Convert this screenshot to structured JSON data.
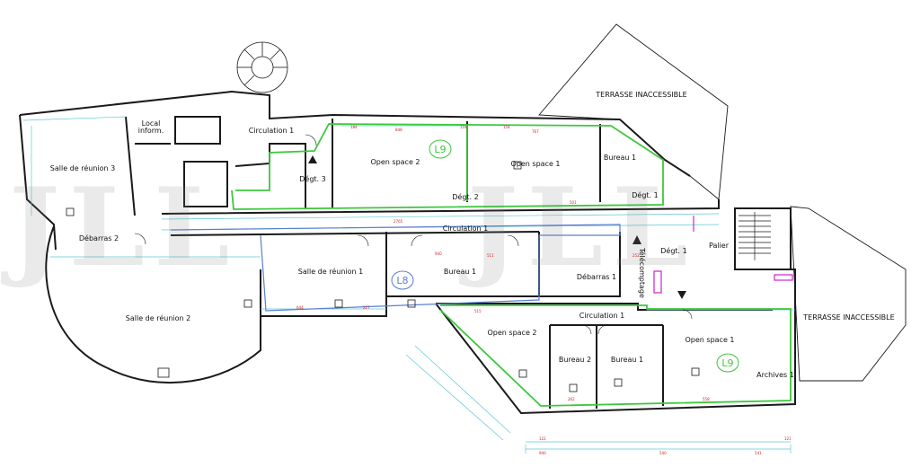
{
  "colors": {
    "wall": "#1a1a1a",
    "guide": "#5fc8d0",
    "lot_outline": "#3cc83c",
    "lot_l8": "#5a7fd0",
    "dimension": "#d02020",
    "accent": "#d020d0",
    "watermark": "#808080"
  },
  "watermark": {
    "text": "JLL"
  },
  "lots": [
    {
      "id": "lot-l9-top",
      "label": "L9",
      "color": "#3cc83c"
    },
    {
      "id": "lot-l8",
      "label": "L8",
      "color": "#5a7fd0"
    },
    {
      "id": "lot-l9-bottom",
      "label": "L9",
      "color": "#3cc83c"
    }
  ],
  "terraces": [
    {
      "id": "terrace-top",
      "label": "TERRASSE INACCESSIBLE"
    },
    {
      "id": "terrace-right",
      "label": "TERRASSE INACCESSIBLE"
    }
  ],
  "rooms": [
    {
      "id": "salle-reunion-3",
      "label": "Salle de réunion 3"
    },
    {
      "id": "local-inform-1",
      "label": "Local"
    },
    {
      "id": "local-inform-2",
      "label": "inform."
    },
    {
      "id": "circulation-1-top",
      "label": "Circulation 1"
    },
    {
      "id": "degt-3",
      "label": "Dégt. 3"
    },
    {
      "id": "open-space-2-top",
      "label": "Open space 2"
    },
    {
      "id": "open-space-1-top",
      "label": "Open space 1"
    },
    {
      "id": "bureau-1-top",
      "label": "Bureau 1"
    },
    {
      "id": "degt-2",
      "label": "Dégt. 2"
    },
    {
      "id": "degt-1-top",
      "label": "Dégt. 1"
    },
    {
      "id": "debarras-2",
      "label": "Débarras 2"
    },
    {
      "id": "circulation-1-mid",
      "label": "Circulation 1"
    },
    {
      "id": "degt-1-mid",
      "label": "Dégt. 1"
    },
    {
      "id": "palier",
      "label": "Palier"
    },
    {
      "id": "salle-reunion-1",
      "label": "Salle de réunion 1"
    },
    {
      "id": "bureau-1-mid",
      "label": "Bureau 1"
    },
    {
      "id": "debarras-1",
      "label": "Débarras 1"
    },
    {
      "id": "telecomptage",
      "label": "Télécomptage"
    },
    {
      "id": "salle-reunion-2",
      "label": "Salle de réunion 2"
    },
    {
      "id": "circulation-1-bot",
      "label": "Circulation 1"
    },
    {
      "id": "open-space-2-bot",
      "label": "Open space 2"
    },
    {
      "id": "bureau-2-bot",
      "label": "Bureau 2"
    },
    {
      "id": "bureau-1-bot",
      "label": "Bureau 1"
    },
    {
      "id": "open-space-1-bot",
      "label": "Open space 1"
    },
    {
      "id": "archives-1",
      "label": "Archives 1"
    }
  ],
  "dimensions": [
    {
      "id": "d1",
      "label": "848"
    },
    {
      "id": "d2",
      "label": "767"
    },
    {
      "id": "d3",
      "label": "184"
    },
    {
      "id": "d4",
      "label": "118"
    },
    {
      "id": "d5",
      "label": "154"
    },
    {
      "id": "d6",
      "label": "2765"
    },
    {
      "id": "d7",
      "label": "501"
    },
    {
      "id": "d8",
      "label": "940"
    },
    {
      "id": "d9",
      "label": "511"
    },
    {
      "id": "d10",
      "label": "515"
    },
    {
      "id": "d11",
      "label": "262"
    },
    {
      "id": "d12",
      "label": "558"
    },
    {
      "id": "d13",
      "label": "940"
    },
    {
      "id": "d14",
      "label": "540"
    },
    {
      "id": "d15",
      "label": "541"
    },
    {
      "id": "d16",
      "label": "122"
    },
    {
      "id": "d17",
      "label": "121"
    },
    {
      "id": "d18",
      "label": "252"
    },
    {
      "id": "d19",
      "label": "644"
    },
    {
      "id": "d20",
      "label": "227"
    }
  ]
}
